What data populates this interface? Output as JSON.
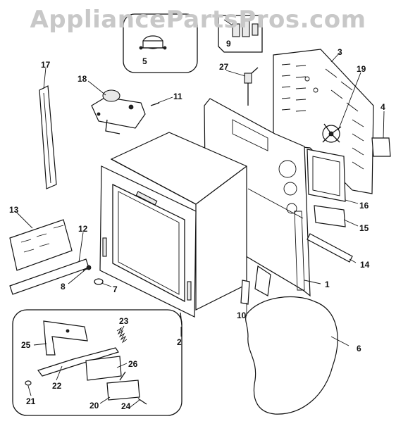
{
  "watermark": "AppliancePartsPros.com",
  "callouts": [
    "1",
    "2",
    "3",
    "4",
    "5",
    "6",
    "7",
    "8",
    "9",
    "10",
    "11",
    "12",
    "13",
    "14",
    "15",
    "16",
    "17",
    "18",
    "19",
    "20",
    "21",
    "22",
    "23",
    "24",
    "25",
    "26",
    "27"
  ]
}
